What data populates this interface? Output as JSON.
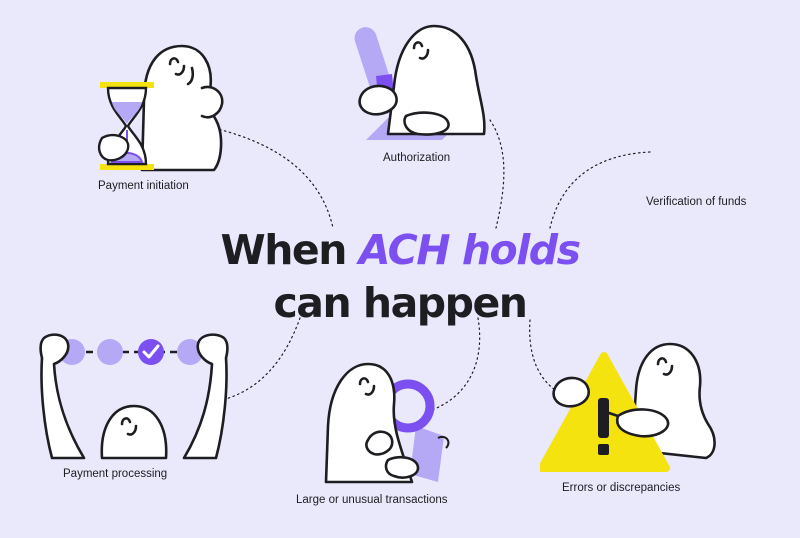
{
  "headline": {
    "line1_prefix": "When ",
    "line1_accent": "ACH holds",
    "line2": "can happen"
  },
  "stages": [
    {
      "label": "Payment initiation",
      "icon": "hourglass-icon"
    },
    {
      "label": "Authorization",
      "icon": "pen-signing-icon"
    },
    {
      "label": "Verification of funds",
      "icon": ""
    },
    {
      "label": "Payment processing",
      "icon": "progress-steps-icon"
    },
    {
      "label": "Large or unusual transactions",
      "icon": "magnifier-document-icon"
    },
    {
      "label": "Errors or discrepancies",
      "icon": "warning-sign-icon"
    }
  ],
  "colors": {
    "background": "#e9e9fb",
    "accent_purple": "#7b4ff0",
    "lavender": "#b5a8f5",
    "warning_yellow": "#f4e30f",
    "ink": "#1d1d22"
  }
}
